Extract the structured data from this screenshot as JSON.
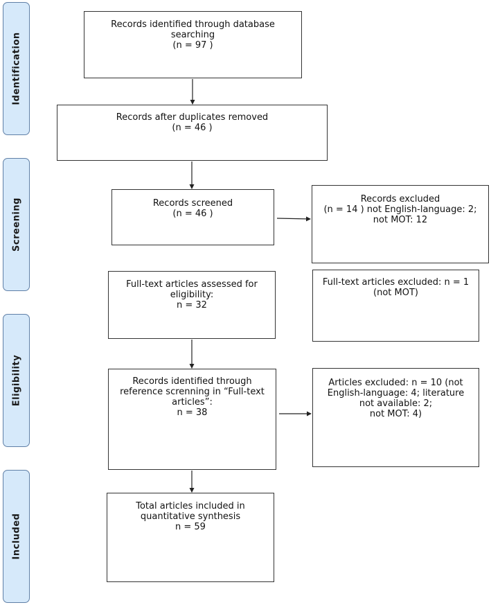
{
  "phases": {
    "identification": "Identification",
    "screening": "Screening",
    "eligibility": "Eligibility",
    "included": "Included"
  },
  "boxes": {
    "records_identified": {
      "lines": [
        "Records identified through database",
        "searching",
        "(n = 97  )"
      ]
    },
    "after_duplicates": {
      "lines": [
        "Records after duplicates removed",
        "(n = 46  )"
      ]
    },
    "records_screened": {
      "lines": [
        "Records screened",
        "(n = 46  )"
      ]
    },
    "records_excluded": {
      "lines": [
        "Records excluded",
        "(n = 14  ) not English-language: 2;",
        "not MOT: 12"
      ]
    },
    "fulltext_assessed": {
      "lines": [
        "Full-text articles assessed for",
        "eligibility:",
        "n = 32"
      ]
    },
    "fulltext_excluded": {
      "lines": [
        "Full-text articles excluded: n = 1",
        "(not MOT)"
      ]
    },
    "reference_screening": {
      "lines": [
        "Records identified through",
        "reference screnning in “Full-text",
        "articles”:",
        "n = 38"
      ]
    },
    "articles_excluded": {
      "lines": [
        "Articles excluded: n = 10  (not",
        "English-language: 4; literature",
        "not available: 2;",
        "not MOT: 4)"
      ]
    },
    "total_included": {
      "lines": [
        "Total articles included in",
        "quantitative synthesis",
        "n = 59"
      ]
    }
  }
}
